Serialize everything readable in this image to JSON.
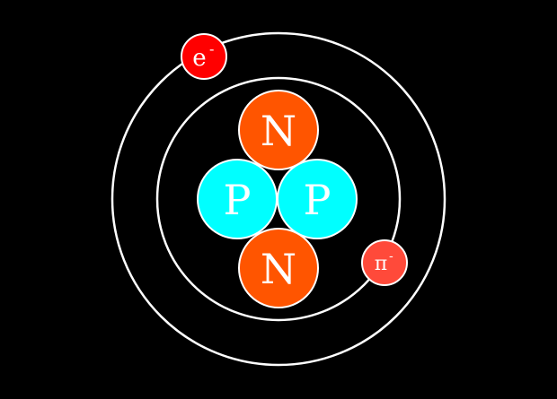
{
  "title": "Atom diagram",
  "nucleus": [
    {
      "label": "N",
      "kind": "neutron"
    },
    {
      "label": "P",
      "kind": "proton"
    },
    {
      "label": "P",
      "kind": "proton"
    },
    {
      "label": "N",
      "kind": "neutron"
    }
  ],
  "orbitals": [
    {
      "label_base": "e",
      "label_sup": "-",
      "kind": "electron"
    },
    {
      "label_base": "π",
      "label_sup": "-",
      "kind": "pion"
    }
  ],
  "colors": {
    "background": "#000000",
    "neutron": "#ff5500",
    "proton": "#00ffff",
    "electron": "#ff0000",
    "pion": "#ff4a3a",
    "stroke": "#ffffff"
  }
}
